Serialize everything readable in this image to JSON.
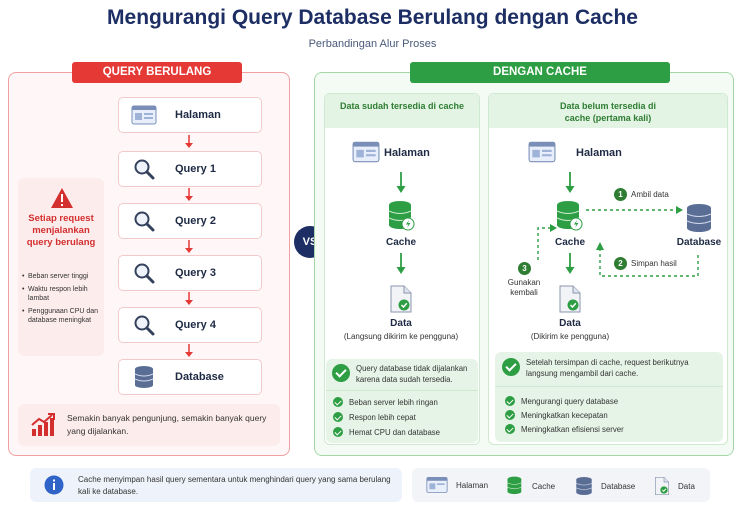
{
  "title": "Mengurangi Query Database Berulang dengan Cache",
  "subtitle": "Perbandingan Alur Proses",
  "left": {
    "header": "QUERY BERULANG",
    "steps": [
      "Halaman",
      "Query 1",
      "Query 2",
      "Query 3",
      "Query 4",
      "Database"
    ],
    "warning_title": "Setiap request menjalankan query berulang",
    "warning_items": [
      "Beban server tinggi",
      "Waktu respon lebih lambat",
      "Penggunaan CPU dan database meningkat"
    ],
    "trend_text": "Semakin banyak pengunjung, semakin banyak query yang dijalankan."
  },
  "vs": "VS",
  "right": {
    "header": "DENGAN CACHE",
    "hit": {
      "head": "Data sudah tersedia di cache",
      "page": "Halaman",
      "cache": "Cache",
      "data": "Data",
      "data_note": "(Langsung dikirim ke pengguna)",
      "summary": "Query database tidak dijalankan karena data sudah tersedia.",
      "benefits": [
        "Beban server lebih ringan",
        "Respon lebih cepat",
        "Hemat CPU dan database"
      ]
    },
    "miss": {
      "head": "Data belum tersedia di cache (pertama kali)",
      "page": "Halaman",
      "cache": "Cache",
      "database": "Database",
      "data": "Data",
      "data_note": "(Dikirim ke pengguna)",
      "step1": "Ambil data",
      "step2": "Simpan hasil",
      "step3": "Gunakan kembali",
      "n1": "1",
      "n2": "2",
      "n3": "3",
      "summary": "Setelah tersimpan di cache, request berikutnya langsung mengambil dari cache.",
      "benefits": [
        "Mengurangi query database",
        "Meningkatkan kecepatan",
        "Meningkatkan efisiensi server"
      ]
    }
  },
  "footer": {
    "info": "Cache menyimpan hasil query sementara untuk menghindari query yang sama berulang kali ke database.",
    "legend": [
      "Halaman",
      "Cache",
      "Database",
      "Data"
    ]
  },
  "colors": {
    "red": "#e53935",
    "green": "#2e9e44",
    "navy": "#1c2e63"
  }
}
